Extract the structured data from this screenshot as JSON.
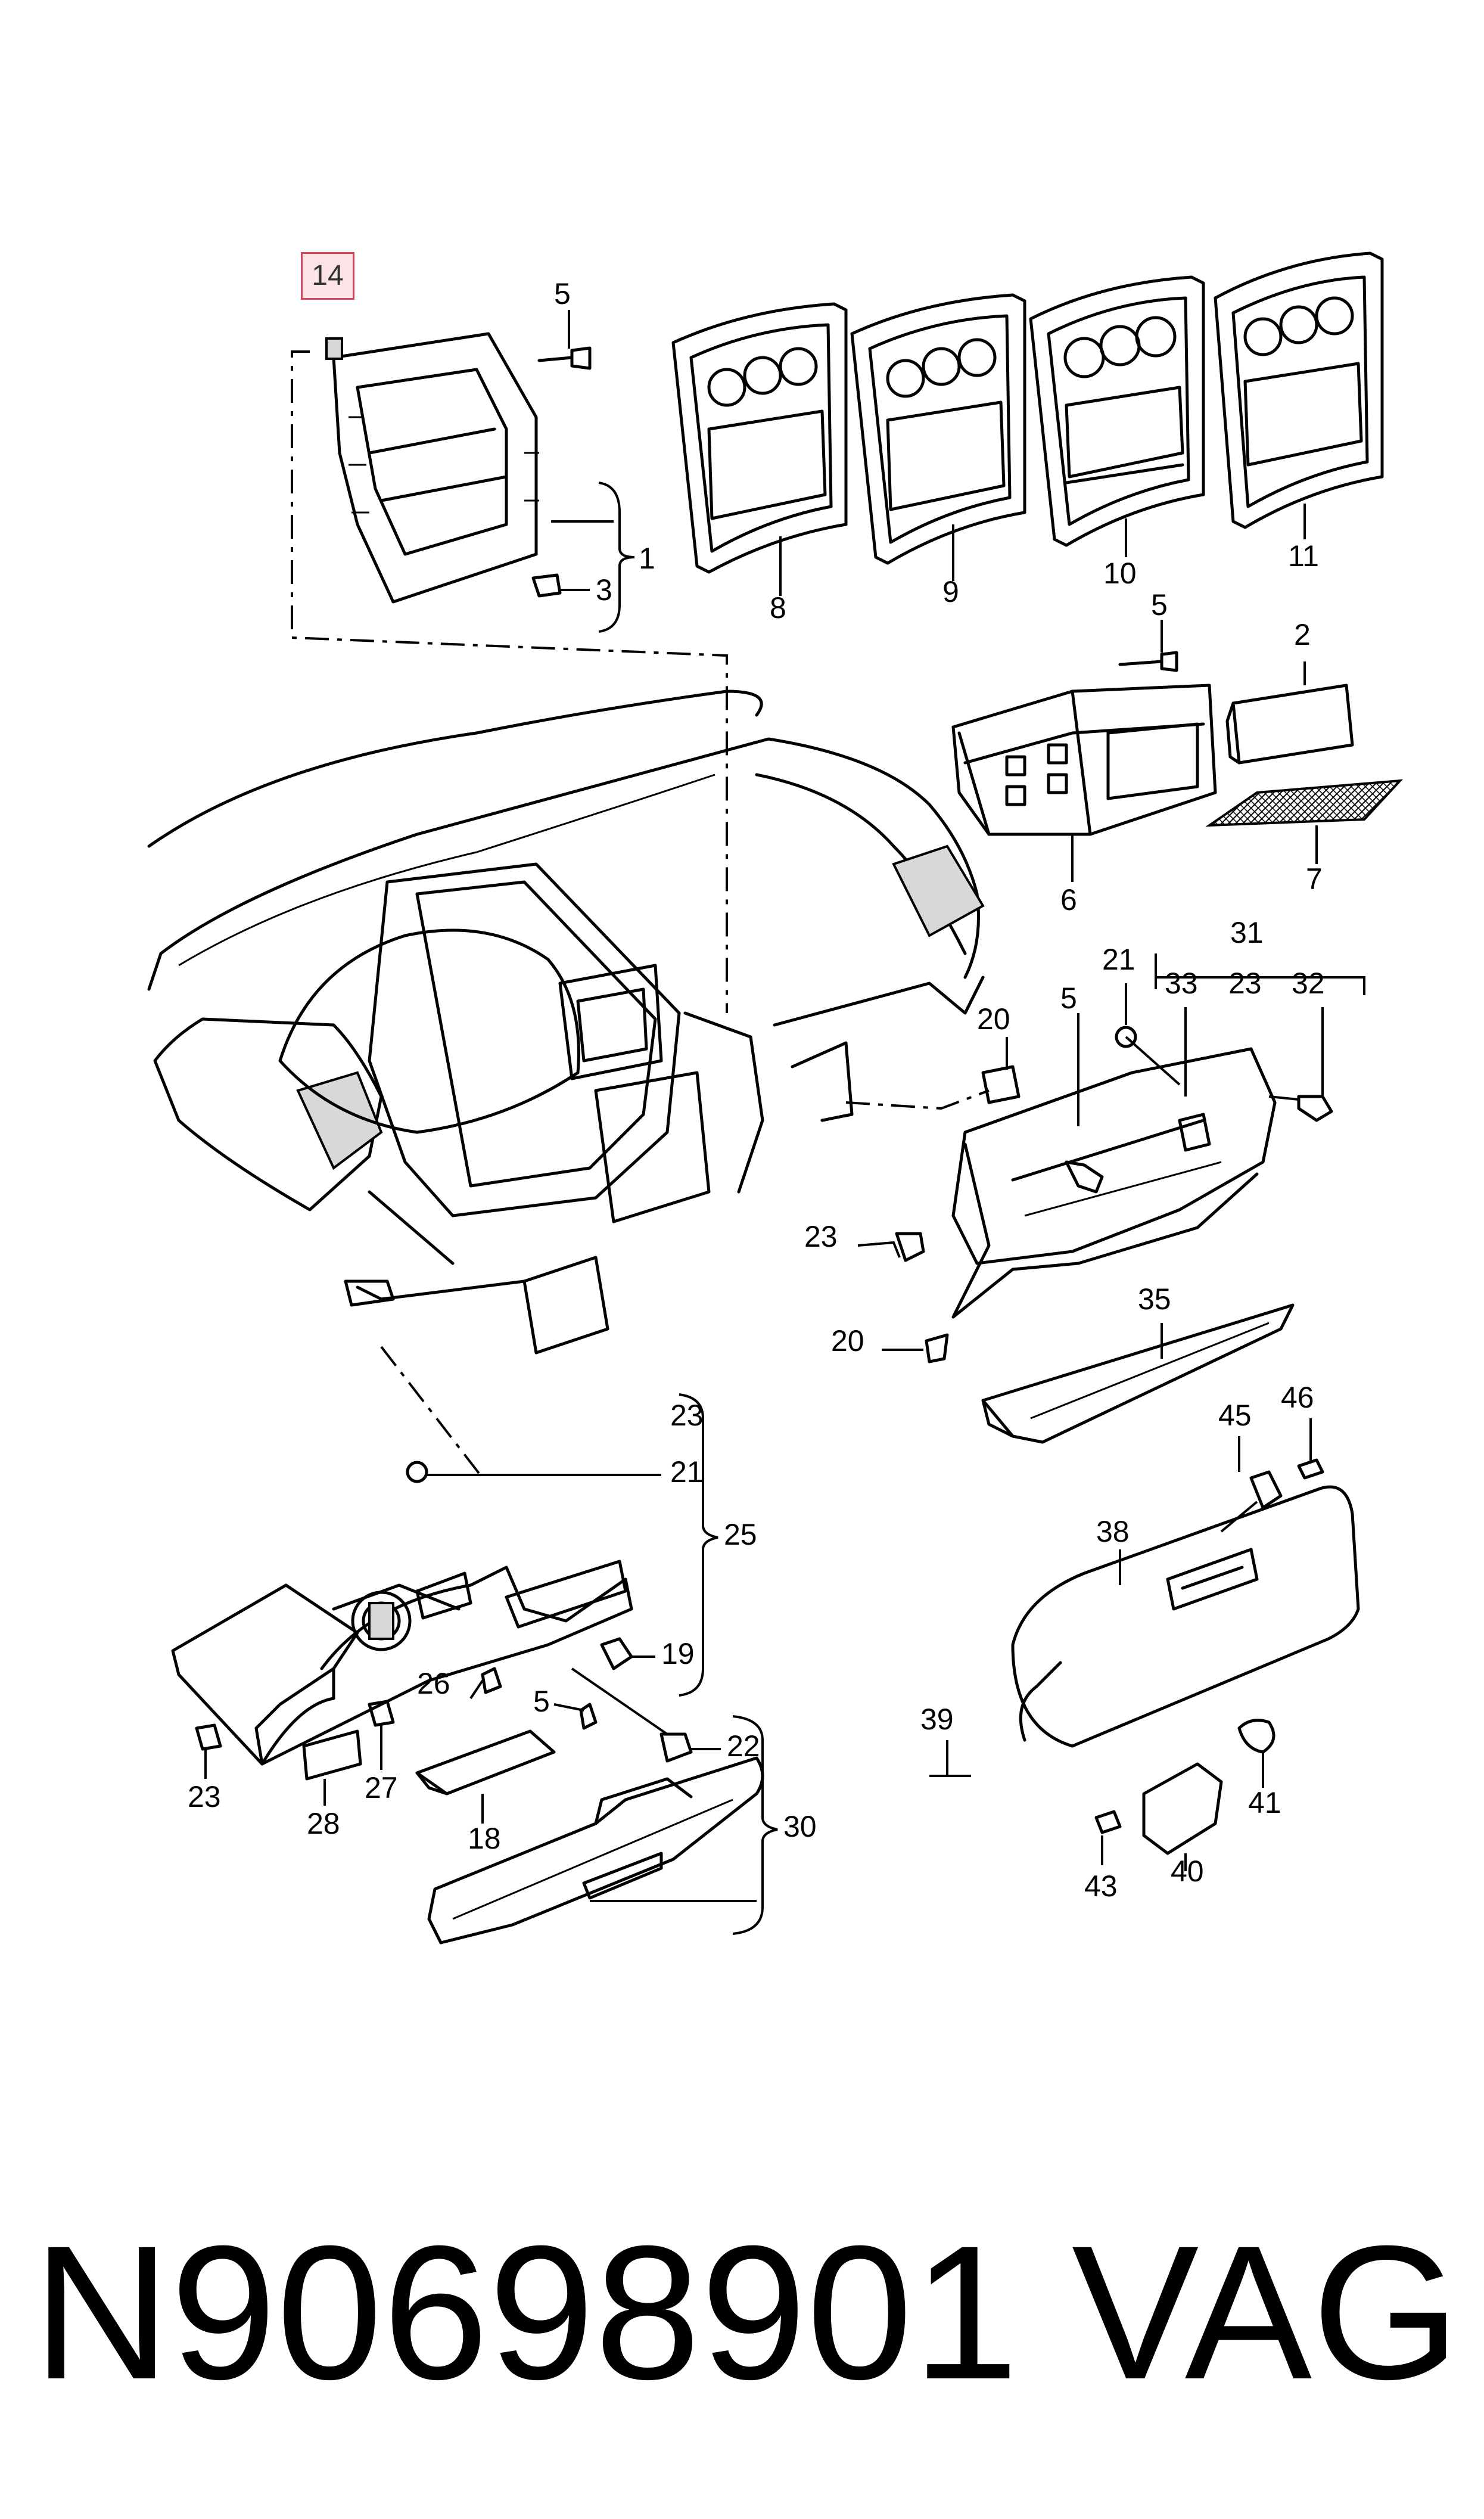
{
  "diagram": {
    "highlighted_label": "14",
    "labels": [
      "5",
      "1",
      "3",
      "8",
      "9",
      "10",
      "11",
      "5",
      "2",
      "7",
      "6",
      "31",
      "21",
      "33",
      "23",
      "32",
      "20",
      "5",
      "23",
      "20",
      "35",
      "46",
      "45",
      "38",
      "23",
      "21",
      "25",
      "19",
      "26",
      "5",
      "22",
      "23",
      "27",
      "28",
      "18",
      "30",
      "39",
      "41",
      "43",
      "40"
    ]
  },
  "footer": {
    "part_number": "N90698901",
    "brand": "VAG"
  }
}
